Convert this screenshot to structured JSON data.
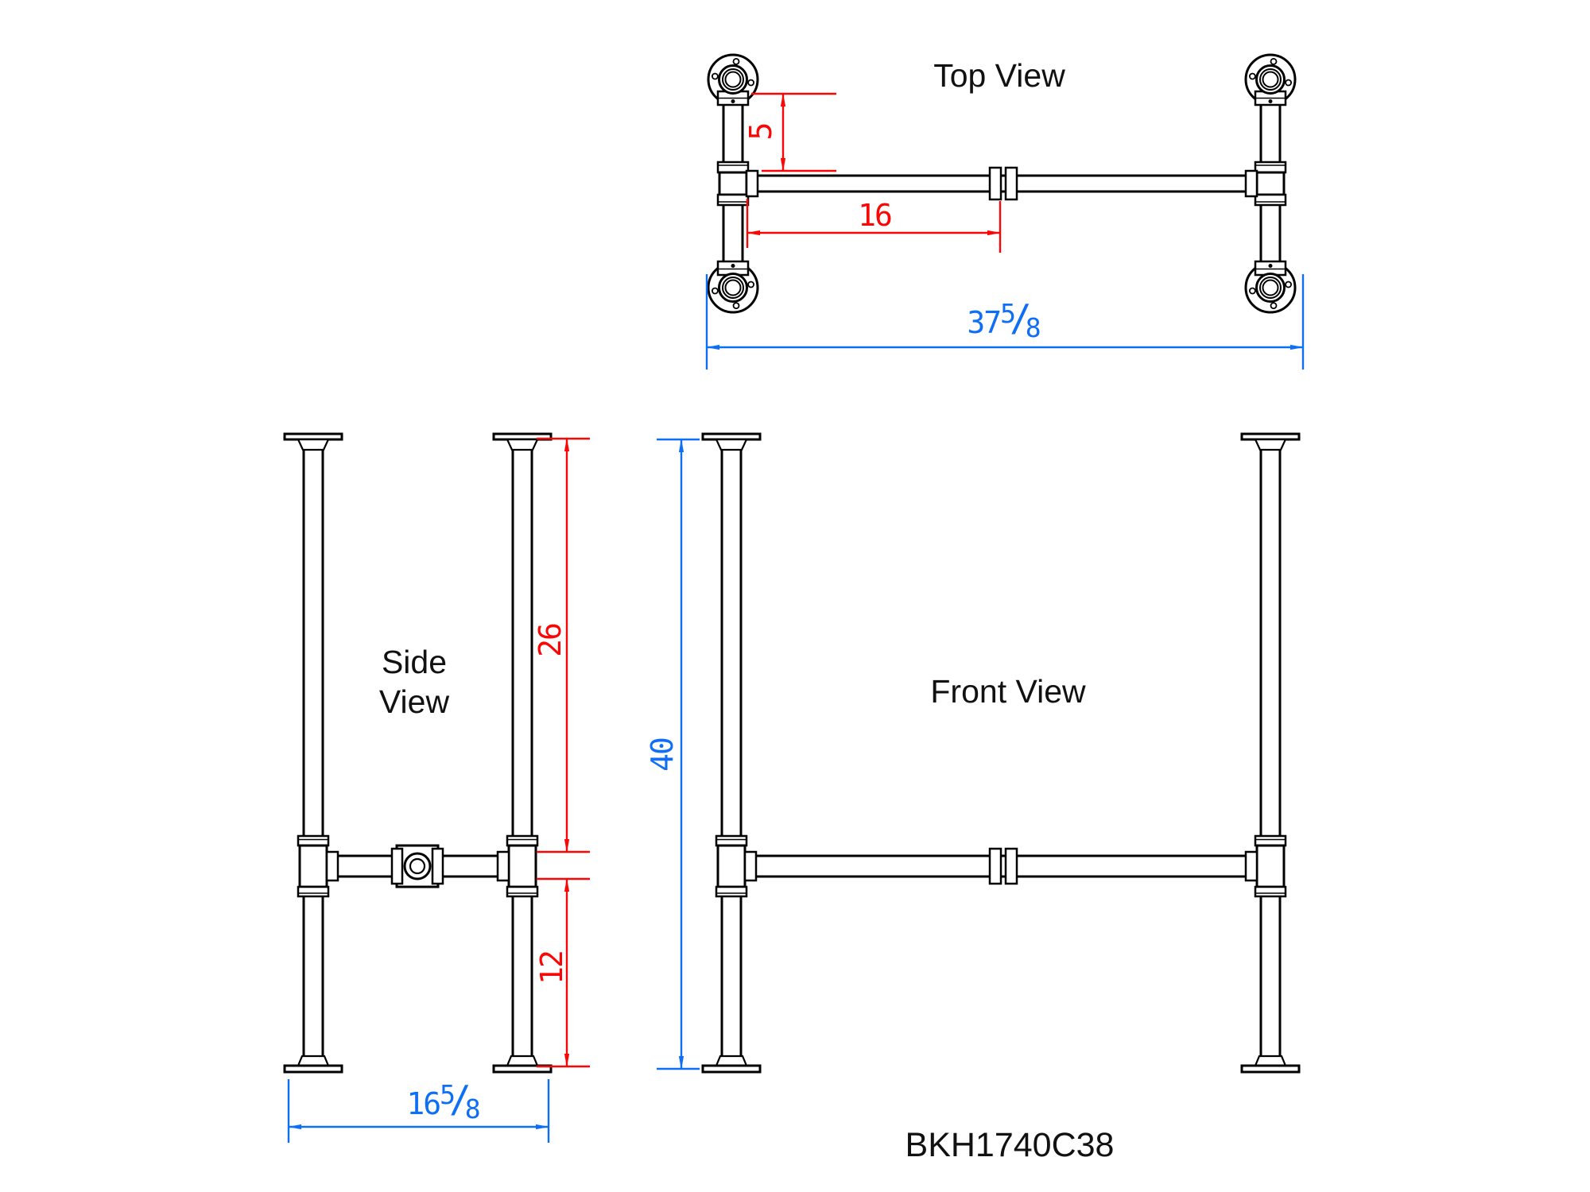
{
  "model_number": "BKH1740C38",
  "colors": {
    "line_black": "#000000",
    "text_black": "#111111",
    "dim_red": "#fb0505",
    "dim_blue": "#0e6ef6",
    "background": "#ffffff"
  },
  "views": {
    "top": {
      "title": "Top View",
      "dims": {
        "flange_to_rail": "5",
        "leg_to_center_rail": "16",
        "overall_width": {
          "whole": "37",
          "numerator": "5",
          "slash": "/",
          "denominator": "8"
        }
      }
    },
    "side": {
      "title_line1": "Side",
      "title_line2": "View",
      "dims": {
        "rail_to_top": "26",
        "floor_to_rail": "12",
        "overall_depth": {
          "whole": "16",
          "numerator": "5",
          "slash": "/",
          "denominator": "8"
        }
      }
    },
    "front": {
      "title": "Front View",
      "dims": {
        "overall_height": "40"
      }
    }
  }
}
